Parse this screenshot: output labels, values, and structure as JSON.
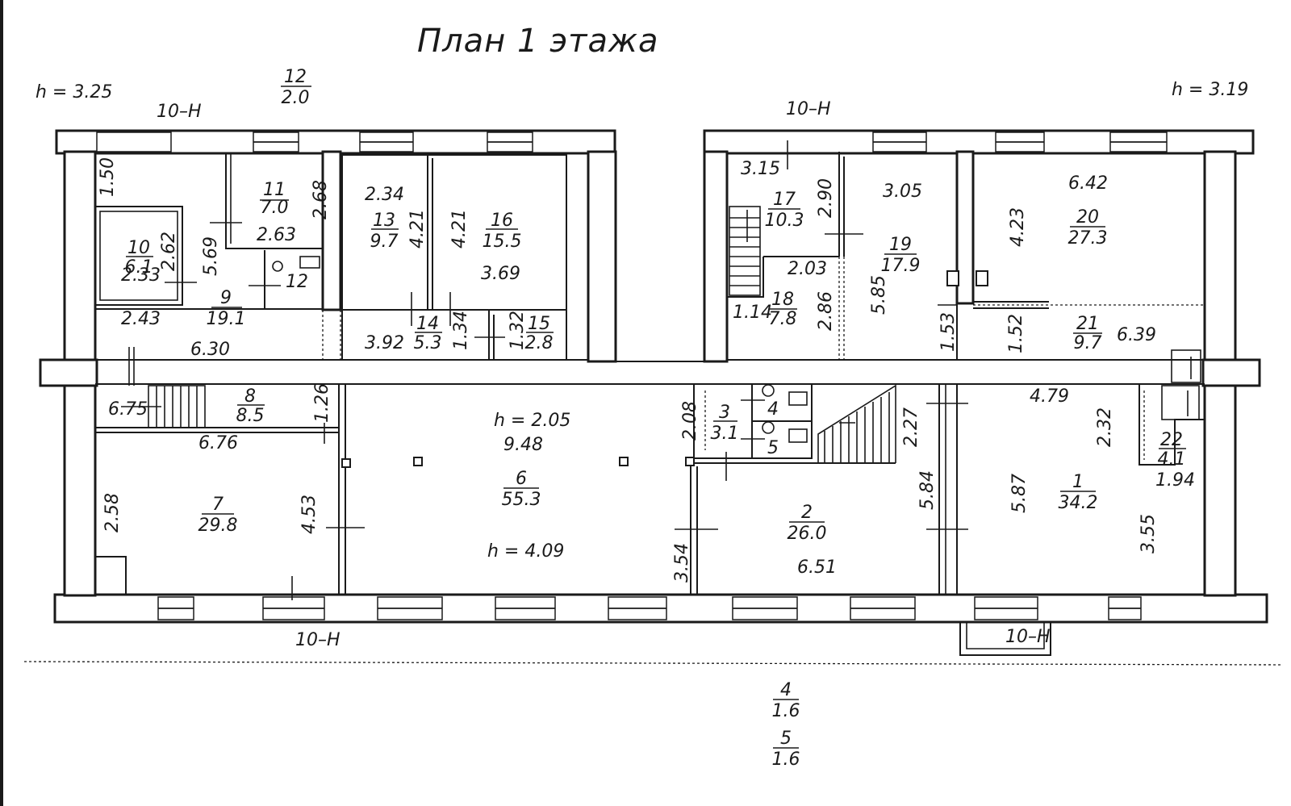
{
  "title": "План 1 этажа",
  "heights": {
    "left": "h = 3.25",
    "right": "h = 3.19",
    "hall_top": "h = 2.05",
    "hall_bottom": "h = 4.09"
  },
  "outside_marks": {
    "top_left": "10–Н",
    "top_right": "10–Н",
    "bottom_left": "10–Н",
    "bottom_right": "10–Н"
  },
  "rooms": {
    "r1": {
      "num": "1",
      "area": "34.2"
    },
    "r2": {
      "num": "2",
      "area": "26.0"
    },
    "r3": {
      "num": "3",
      "area": "3.1"
    },
    "r4": {
      "num": "4"
    },
    "r5": {
      "num": "5"
    },
    "r6": {
      "num": "6",
      "area": "55.3"
    },
    "r7": {
      "num": "7",
      "area": "29.8"
    },
    "r8": {
      "num": "8",
      "area": "8.5"
    },
    "r9": {
      "num": "9",
      "area": "19.1"
    },
    "r10": {
      "num": "10",
      "area": "6.1"
    },
    "r11": {
      "num": "11",
      "area": "7.0"
    },
    "r12": {
      "num": "12",
      "area": "2.0",
      "label": "12"
    },
    "r13": {
      "num": "13",
      "area": "9.7"
    },
    "r14": {
      "num": "14",
      "area": "5.3"
    },
    "r15": {
      "num": "15",
      "area": "2.8"
    },
    "r16": {
      "num": "16",
      "area": "15.5"
    },
    "r17": {
      "num": "17",
      "area": "10.3"
    },
    "r18": {
      "num": "18",
      "area": "7.8"
    },
    "r19": {
      "num": "19",
      "area": "17.9"
    },
    "r20": {
      "num": "20",
      "area": "27.3"
    },
    "r21": {
      "num": "21",
      "area": "9.7"
    },
    "r22": {
      "num": "22",
      "area": "4.1"
    }
  },
  "extra_rooms": {
    "e4": {
      "num": "4",
      "area": "1.6"
    },
    "e5": {
      "num": "5",
      "area": "1.6"
    }
  },
  "dims": {
    "d_1_50": "1.50",
    "d_2_68": "2.68",
    "d_2_63": "2.63",
    "d_2_62": "2.62",
    "d_5_69": "5.69",
    "d_2_33": "2.33",
    "d_2_43": "2.43",
    "d_6_30": "6.30",
    "d_2_34": "2.34",
    "d_4_21a": "4.21",
    "d_4_21b": "4.21",
    "d_3_69": "3.69",
    "d_3_92": "3.92",
    "d_1_34": "1.34",
    "d_1_32": "1.32",
    "d_3_15": "3.15",
    "d_2_90": "2.90",
    "d_3_05": "3.05",
    "d_2_03": "2.03",
    "d_1_14": "1.14",
    "d_2_86": "2.86",
    "d_5_85": "5.85",
    "d_1_53": "1.53",
    "d_6_42": "6.42",
    "d_4_23": "4.23",
    "d_1_52": "1.52",
    "d_6_39": "6.39",
    "d_6_75": "6.75",
    "d_1_26": "1.26",
    "d_6_76": "6.76",
    "d_2_58": "2.58",
    "d_4_53": "4.53",
    "d_9_48": "9.48",
    "d_2_08": "2.08",
    "d_3_54": "3.54",
    "d_2_27": "2.27",
    "d_5_84": "5.84",
    "d_6_51": "6.51",
    "d_4_79": "4.79",
    "d_2_32": "2.32",
    "d_5_87": "5.87",
    "d_1_94": "1.94",
    "d_3_55": "3.55"
  }
}
